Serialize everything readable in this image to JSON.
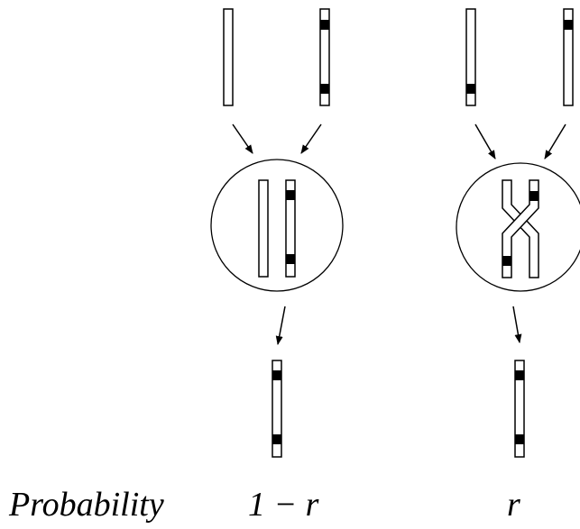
{
  "labels": {
    "probability": "Probability",
    "no_crossover": "1 − r",
    "crossover": "r"
  },
  "colors": {
    "stroke": "#000000",
    "fill": "#ffffff",
    "marker": "#000000"
  }
}
